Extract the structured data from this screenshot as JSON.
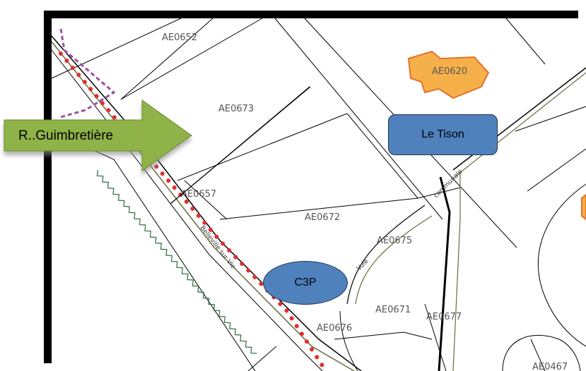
{
  "parcels": [
    {
      "id": "AE0652"
    },
    {
      "id": "AE0620"
    },
    {
      "id": "AE0673"
    },
    {
      "id": "AE0657"
    },
    {
      "id": "AE0672"
    },
    {
      "id": "AE0675"
    },
    {
      "id": "AE0671"
    },
    {
      "id": "AE0677"
    },
    {
      "id": "AE0676"
    },
    {
      "id": "AE0467"
    }
  ],
  "road_labels": {
    "belleville": "Belleville sur Vie",
    "communale": "communale",
    "voie": "Voie"
  },
  "callouts": {
    "tison": "Le Tison",
    "c3p": "C3P"
  },
  "arrow": {
    "label": "R..Guimbretière"
  },
  "colors": {
    "building_fill": "#f6b04a",
    "building_stroke": "#e6702a",
    "callout_fill": "#4f81bd",
    "arrow_fill": "#8fb34a",
    "dotted_line": "#e03030",
    "dashed_boundary": "#9b4fa8",
    "zigzag": "#2e6b3c",
    "road_green": "#6b6b3c"
  },
  "icons": {
    "building": "building-polygon-icon"
  }
}
